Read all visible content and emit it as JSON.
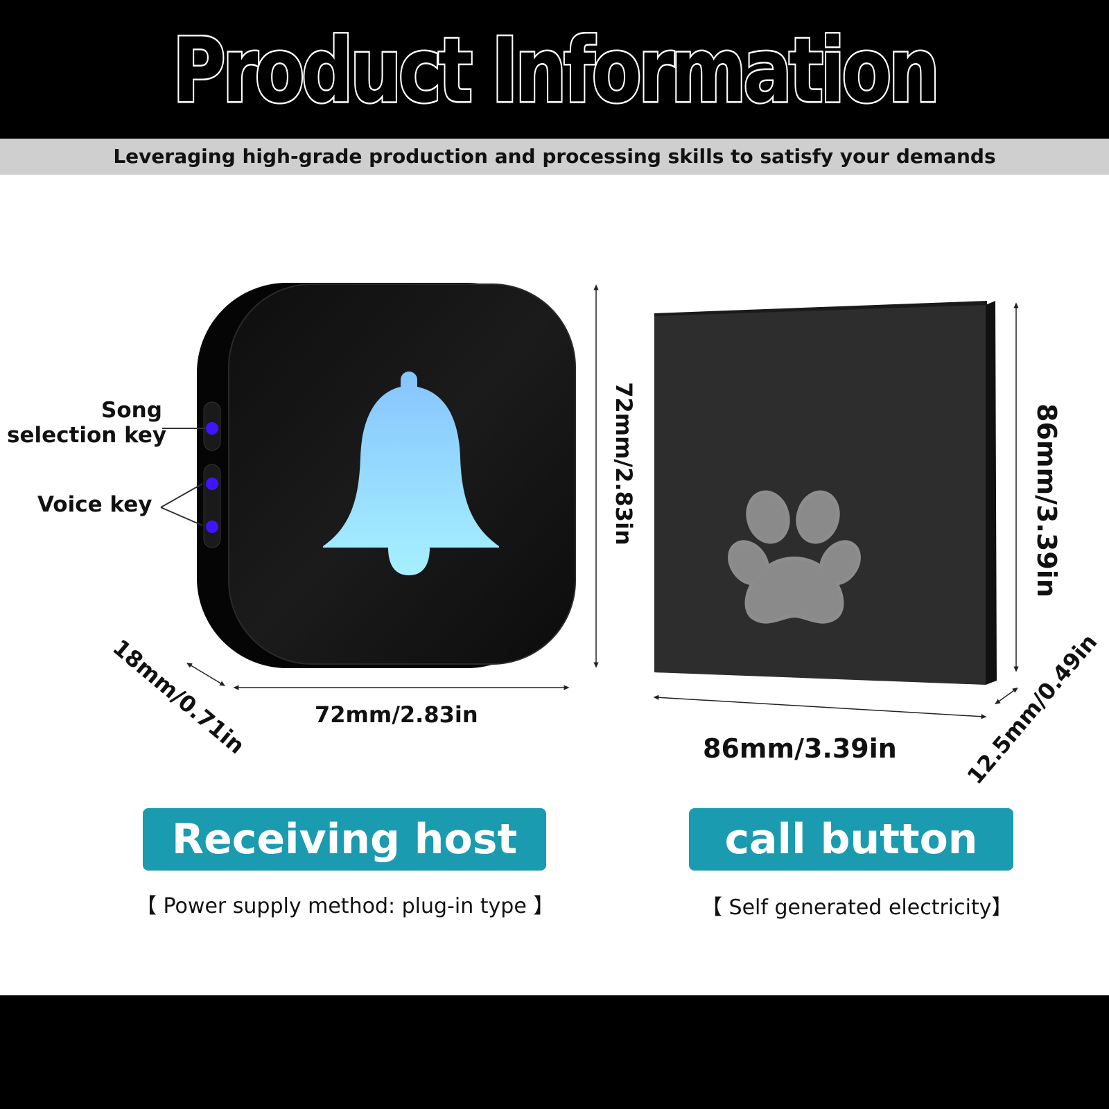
{
  "header": {
    "title": "Product Information",
    "subtitle": "Leveraging high-grade production and processing skills to satisfy your demands"
  },
  "receiver": {
    "song_key_label_line1": "Song",
    "song_key_label_line2": "selection key",
    "voice_key_label": "Voice key",
    "height_dim": "72mm/2.83in",
    "width_dim": "72mm/2.83in",
    "depth_dim": "18mm/0.71in",
    "badge": "Receiving host",
    "note": "【 Power supply method: plug-in type 】",
    "icon": "bell-icon"
  },
  "button": {
    "height_dim": "86mm/3.39in",
    "width_dim": "86mm/3.39in",
    "depth_dim": "12.5mm/0.49in",
    "badge": "call button",
    "note": "【 Self generated electricity】",
    "icon": "paw-icon"
  },
  "colors": {
    "badge_bg": "#1a9bb0",
    "key_led": "#3f14ff",
    "bell_top": "#86c4ff",
    "bell_bottom": "#a6f0ff"
  }
}
